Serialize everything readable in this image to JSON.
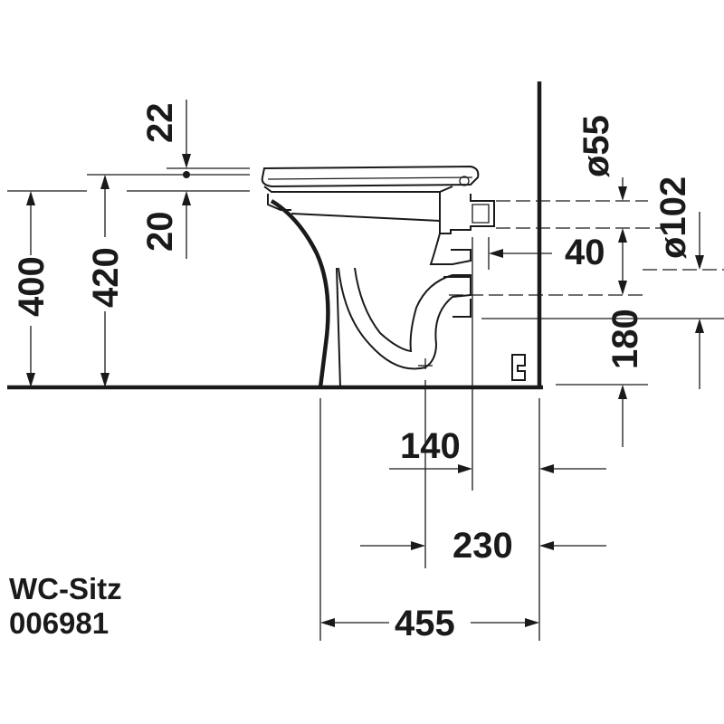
{
  "dimensions": {
    "seat_gap_top": "22",
    "seat_gap_bottom": "20",
    "height_400": "400",
    "height_420": "420",
    "pipe_diameter_55": "ø55",
    "pipe_diameter_102": "ø102",
    "offset_40": "40",
    "outlet_height_180": "180",
    "outlet_distance_140": "140",
    "wall_distance_230": "230",
    "overall_depth_455": "455"
  },
  "caption": {
    "line1": "WC-Sitz",
    "line2": "006981"
  }
}
